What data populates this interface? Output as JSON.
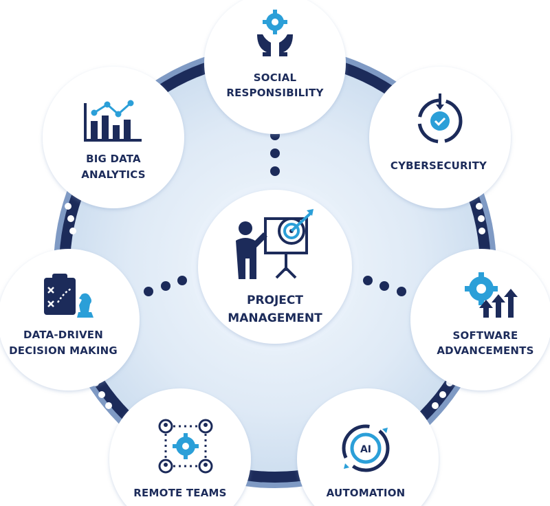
{
  "center": {
    "line1": "PROJECT",
    "line2": "MANAGEMENT",
    "icon": "presentation-target-icon"
  },
  "nodes": [
    {
      "id": "social",
      "line1": "SOCIAL",
      "line2": "RESPONSIBILITY",
      "icon": "hands-gear-icon"
    },
    {
      "id": "cyber",
      "line1": "CYBERSECURITY",
      "line2": "",
      "icon": "shield-cycle-icon"
    },
    {
      "id": "software",
      "line1": "SOFTWARE",
      "line2": "ADVANCEMENTS",
      "icon": "gear-arrows-up-icon"
    },
    {
      "id": "automation",
      "line1": "AUTOMATION",
      "line2": "",
      "icon": "ai-cycle-icon"
    },
    {
      "id": "remote",
      "line1": "REMOTE  TEAMS",
      "line2": "",
      "icon": "network-people-gear-icon"
    },
    {
      "id": "decision",
      "line1": "DATA-DRIVEN",
      "line2": "DECISION MAKING",
      "icon": "clipboard-strategy-icon"
    },
    {
      "id": "bigdata",
      "line1": "BIG DATA",
      "line2": "ANALYTICS",
      "icon": "bar-line-chart-icon"
    }
  ],
  "colors": {
    "navy": "#1c2b5a",
    "blue": "#2b9fd8",
    "ring": "#dce9f6",
    "ring_edge": "#7f9ac4"
  }
}
